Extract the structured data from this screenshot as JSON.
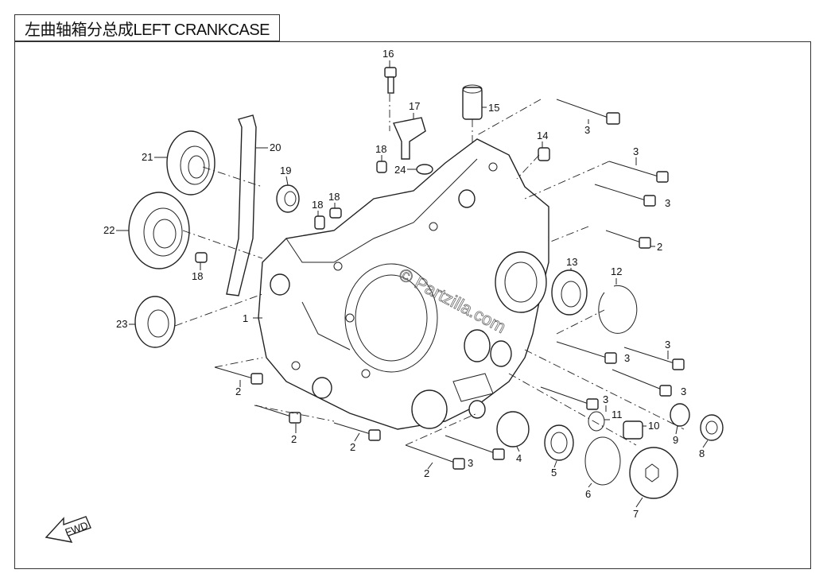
{
  "title": "左曲轴箱分总成LEFT CRANKCASE",
  "watermark": "© Partzilla.com",
  "fwd_label": "FWD",
  "callouts": [
    "1",
    "2",
    "2",
    "2",
    "2",
    "2",
    "3",
    "3",
    "3",
    "3",
    "3",
    "3",
    "3",
    "3",
    "4",
    "5",
    "6",
    "7",
    "8",
    "9",
    "10",
    "11",
    "12",
    "13",
    "14",
    "15",
    "16",
    "17",
    "18",
    "18",
    "18",
    "18",
    "19",
    "20",
    "21",
    "22",
    "23",
    "24"
  ]
}
